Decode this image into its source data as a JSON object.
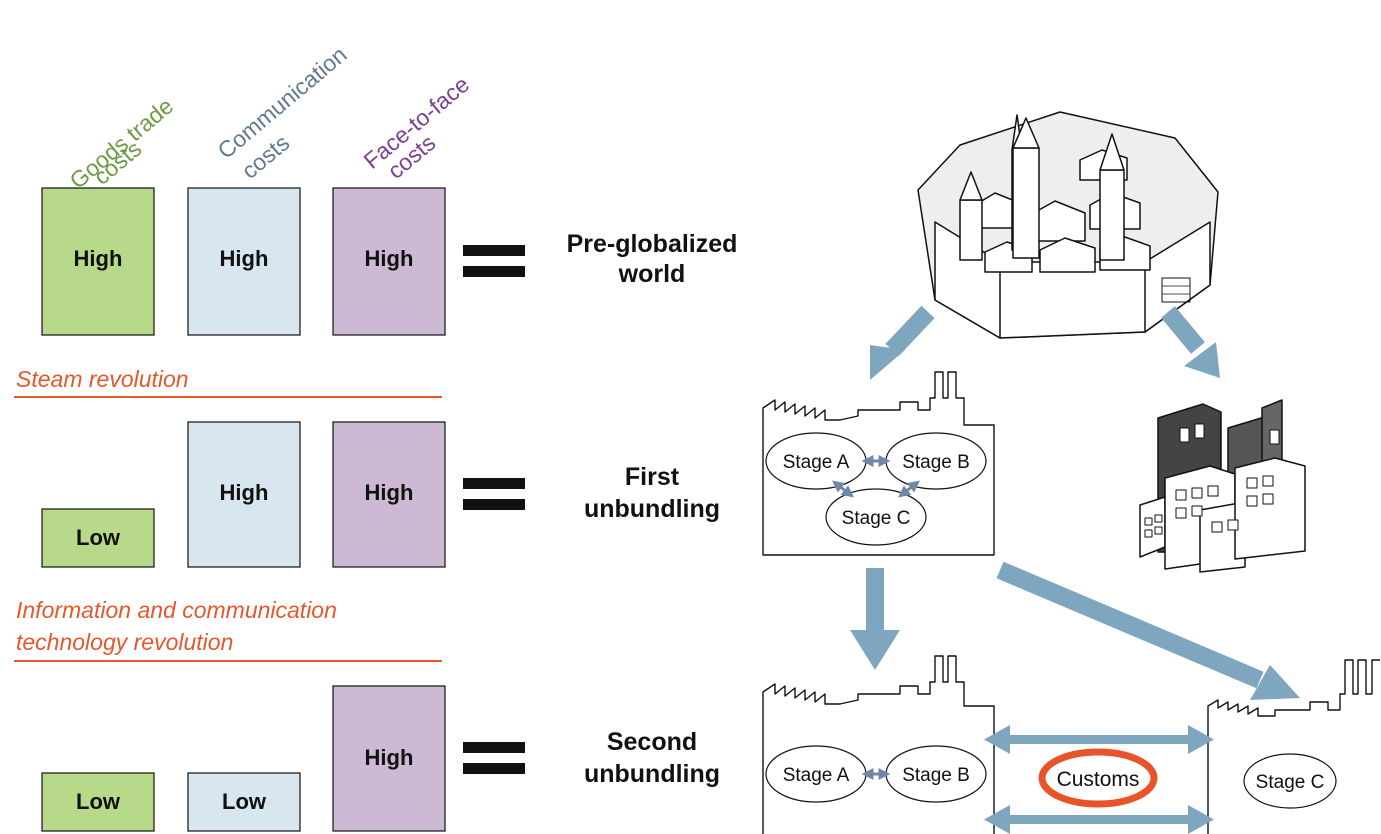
{
  "headers": {
    "goods": [
      "Goods trade",
      "costs"
    ],
    "communication": [
      "Communication",
      "costs"
    ],
    "face": [
      "Face-to-face",
      "costs"
    ]
  },
  "colors": {
    "goods": "#b9d98a",
    "communication": "#d8e7ef",
    "face": "#cdb9d3",
    "goods_text": "#6e9b44",
    "communication_text": "#617a92",
    "face_text": "#7b3f96",
    "revolution": "#e5582b",
    "arrow": "#7ea7bf",
    "customs_ring": "#e8542a"
  },
  "rows": [
    {
      "goods": "High",
      "communication": "High",
      "face": "High",
      "result": [
        "Pre-globalized",
        "world"
      ]
    },
    {
      "goods": "Low",
      "communication": "High",
      "face": "High",
      "result": [
        "First",
        "unbundling"
      ]
    },
    {
      "goods": "Low",
      "communication": "Low",
      "face": "High",
      "result": [
        "Second",
        "unbundling"
      ]
    }
  ],
  "revolutions": [
    [
      "Steam revolution"
    ],
    [
      "Information and communication",
      "technology revolution"
    ]
  ],
  "factory": {
    "stage_a": "Stage A",
    "stage_b": "Stage B",
    "stage_c": "Stage C",
    "customs": "Customs"
  }
}
